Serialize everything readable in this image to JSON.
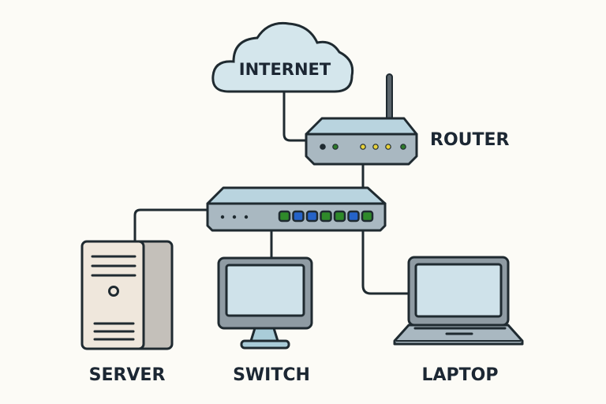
{
  "diagram": {
    "nodes": {
      "internet": {
        "label": "INTERNET",
        "type": "cloud"
      },
      "router": {
        "label": "ROUTER",
        "type": "router",
        "leds": [
          "#1f2a30",
          "#2f7a2a",
          "#e8d23a",
          "#e8d23a",
          "#e8d23a",
          "#2f7a2a"
        ]
      },
      "hub": {
        "label": "",
        "type": "network-switch",
        "ports": [
          "#2f8a2a",
          "#2563c8",
          "#2563c8",
          "#2f8a2a",
          "#2f8a2a",
          "#2563c8",
          "#2f8a2a"
        ]
      },
      "server": {
        "label": "SERVER",
        "type": "server"
      },
      "switch": {
        "label": "SWITCH",
        "type": "monitor"
      },
      "laptop": {
        "label": "LAPTOP",
        "type": "laptop"
      }
    },
    "edges": [
      {
        "from": "internet",
        "to": "router"
      },
      {
        "from": "router",
        "to": "hub"
      },
      {
        "from": "hub",
        "to": "server"
      },
      {
        "from": "hub",
        "to": "switch"
      },
      {
        "from": "hub",
        "to": "laptop"
      }
    ]
  },
  "colors": {
    "outline": "#1f2a30",
    "cloud_fill": "#d4e6ec",
    "device_fill": "#a9b8c1",
    "screen_fill": "#cfe2ea",
    "server_fill": "#efe7dc",
    "server_side": "#c4c0ba"
  }
}
